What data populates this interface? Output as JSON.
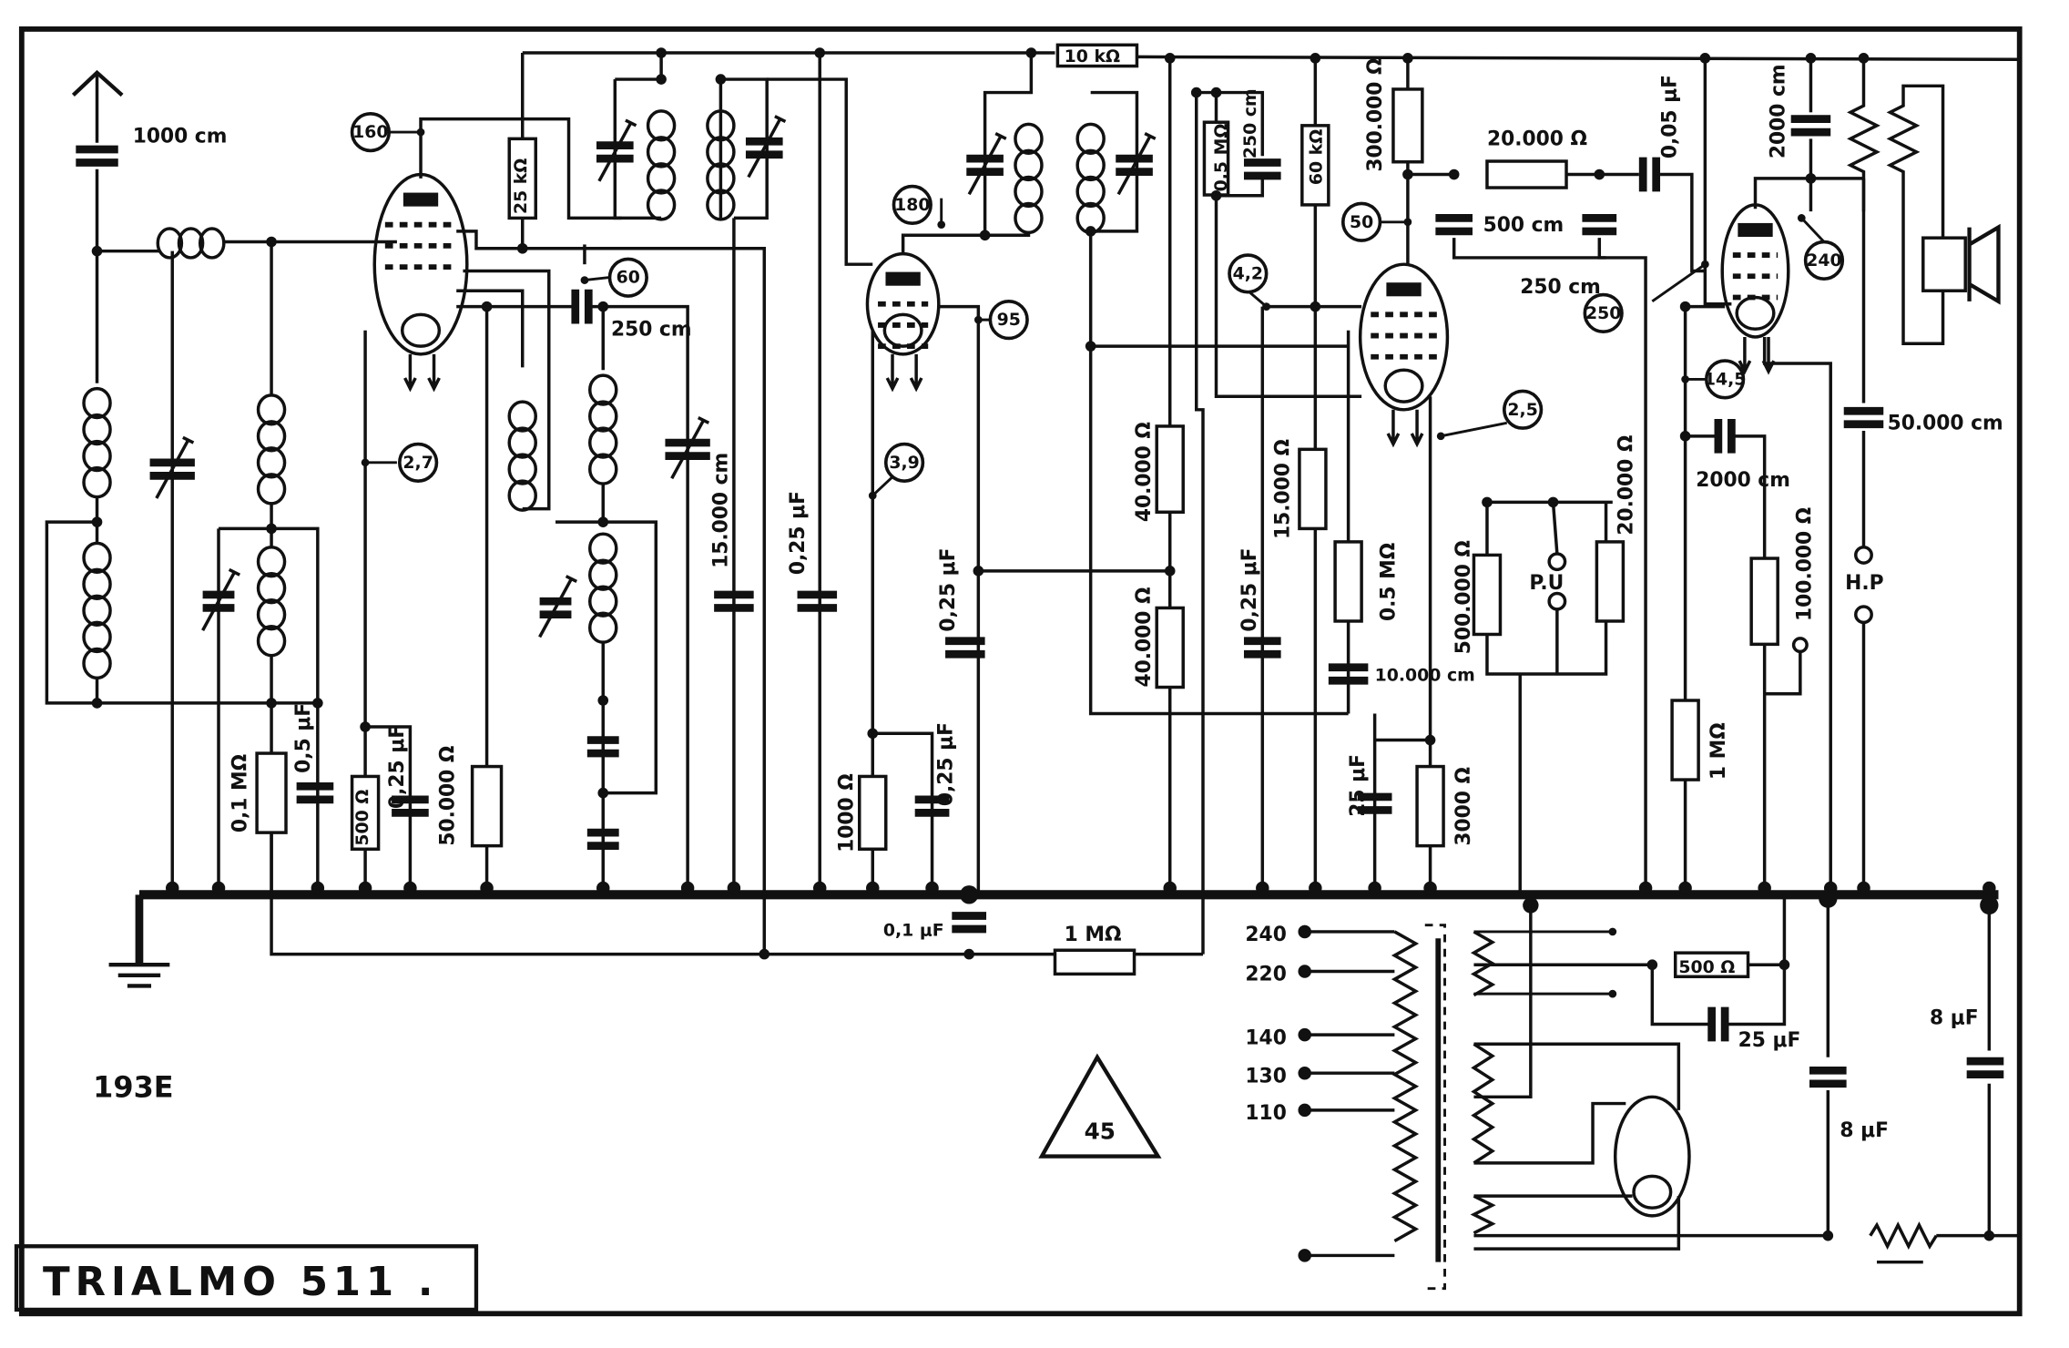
{
  "title": "TRIALMO   511 .",
  "year": "193E",
  "page_mark": "45",
  "test_points": [
    "160",
    "60",
    "2,7",
    "180",
    "95",
    "3,9",
    "4,2",
    "50",
    "2,5",
    "250",
    "240",
    "14,5"
  ],
  "labels": {
    "ant_cap": "1000 cm",
    "r_25k": "25 kΩ",
    "c_250cm_a": "250 cm",
    "c_15000cm": "15.000 cm",
    "c_025uf_a": "0,25 μF",
    "c_025uf_b": "0,25 μF",
    "r_10k": "10 kΩ",
    "r_40000_a": "40.000 Ω",
    "r_40000_b": "40.000 Ω",
    "r_05M_a": "0,5 MΩ",
    "c_250cm_b": "250 cm",
    "r_60k": "60 kΩ",
    "r_300000": "300.000 Ω",
    "r_20000_a": "20.000 Ω",
    "c_005uf": "0,05 μF",
    "c_500cm": "500 cm",
    "c_250cm_c": "250 cm",
    "c_2000cm_a": "2000 cm",
    "c_50000cm": "50.000 cm",
    "c_025uf_c": "0,25 μF",
    "r_15000": "15.000 Ω",
    "r_05M_b": "0.5 MΩ",
    "c_10000cm": "10.000 cm",
    "pot_500000": "500.000 Ω",
    "pu": "P.U",
    "r_20000_b": "20.000 Ω",
    "c_2000cm_b": "2000 cm",
    "pot_100000": "100.000 Ω",
    "hp": "H.P",
    "r_1M_a": "1 MΩ",
    "c_25uf_a": "25 μF",
    "r_3000": "3000 Ω",
    "r_01M": "0,1 MΩ",
    "c_05uf": "0,5 μF",
    "r_500_a": "500 Ω",
    "c_025uf_d": "0,25 μF",
    "r_50000": "50.000 Ω",
    "r_1000": "1000 Ω",
    "c_025uf_e": "0,25 μF",
    "c_01uf": "0,1 μF",
    "r_1M_b": "1 MΩ",
    "r_500_b": "500 Ω",
    "c_25uf_b": "25 μF",
    "c_8uf_a": "8 μF",
    "c_8uf_b": "8 μF"
  },
  "mains_taps": [
    "240",
    "220",
    "140",
    "130",
    "110"
  ]
}
